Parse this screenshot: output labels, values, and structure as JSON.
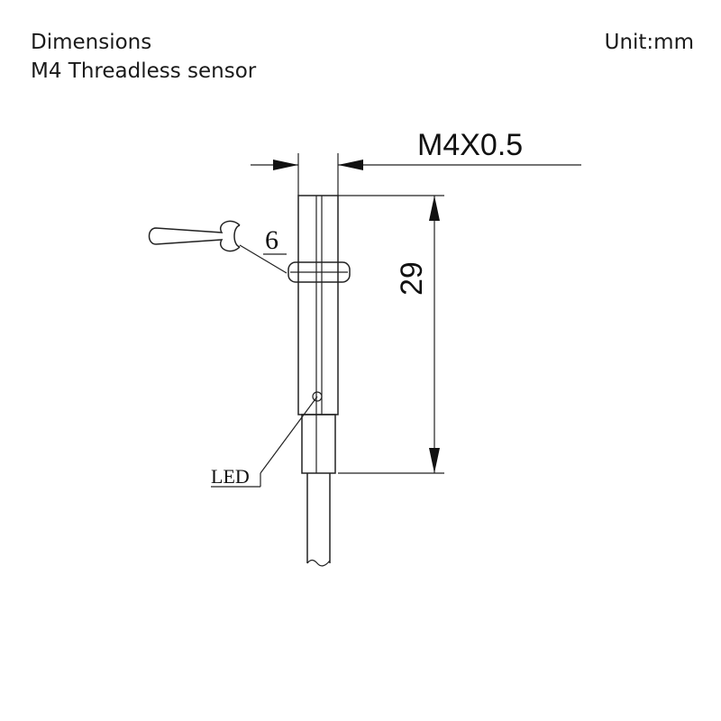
{
  "header": {
    "title": "Dimensions",
    "subtitle": "M4 Threadless sensor",
    "unit": "Unit:mm"
  },
  "drawing": {
    "thread_label": "M4X0.5",
    "length_label": "29",
    "wrench_label": "6",
    "led_label": "LED"
  }
}
